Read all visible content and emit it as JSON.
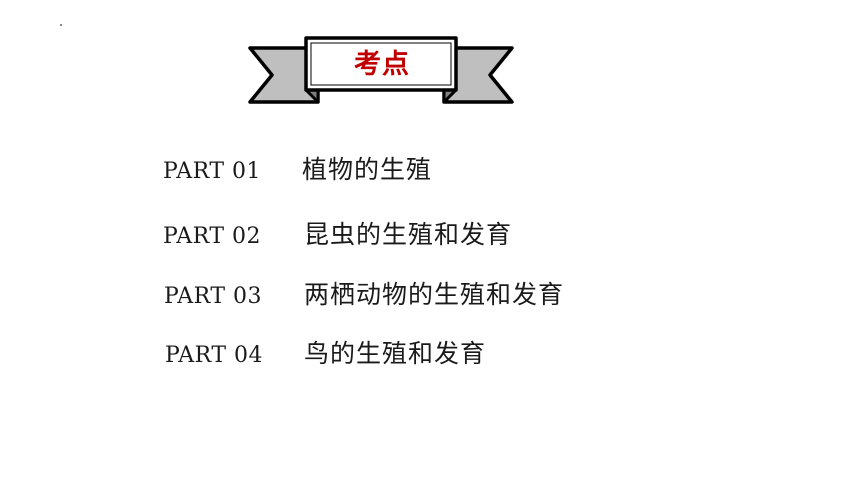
{
  "banner": {
    "title": "考点"
  },
  "parts": [
    {
      "label": "PART 01",
      "topic": "植物的生殖"
    },
    {
      "label": "PART 02",
      "topic": "昆虫的生殖和发育"
    },
    {
      "label": "PART 03",
      "topic": "两栖动物的生殖和发育"
    },
    {
      "label": "PART 04",
      "topic": "鸟的生殖和发育"
    }
  ],
  "colors": {
    "banner_fill": "#bfbfbf",
    "banner_face": "#ffffff",
    "title": "#c00000",
    "text": "#1a1a1a"
  }
}
